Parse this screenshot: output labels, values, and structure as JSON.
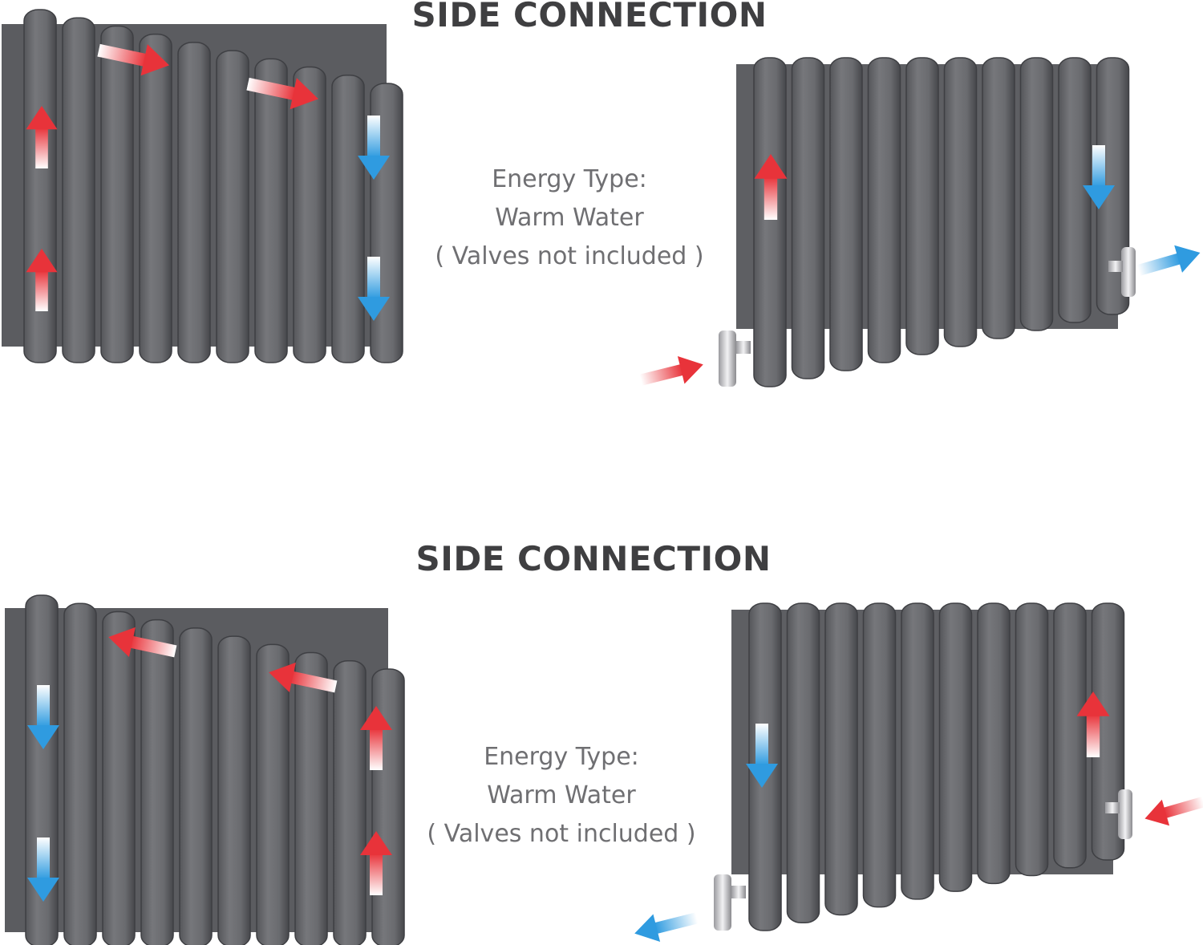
{
  "sections": [
    {
      "title": "SIDE CONNECTION",
      "energy_label": "Energy Type:",
      "energy_value": "Warm Water",
      "note": "( Valves not included )"
    },
    {
      "title": "SIDE CONNECTION",
      "energy_label": "Energy Type:",
      "energy_value": "Warm Water",
      "note": "( Valves not included )"
    }
  ],
  "colors": {
    "radiator": "#6e6f73",
    "radiator_dark": "#4a4b4f",
    "hot_arrow": "#e8333a",
    "cold_arrow": "#2f9be0",
    "title": "#3f3f41",
    "caption": "#6f6f72"
  },
  "icons": {
    "hot_flow": "red-gradient-arrow",
    "cold_flow": "blue-gradient-arrow",
    "valve": "chrome-valve"
  }
}
